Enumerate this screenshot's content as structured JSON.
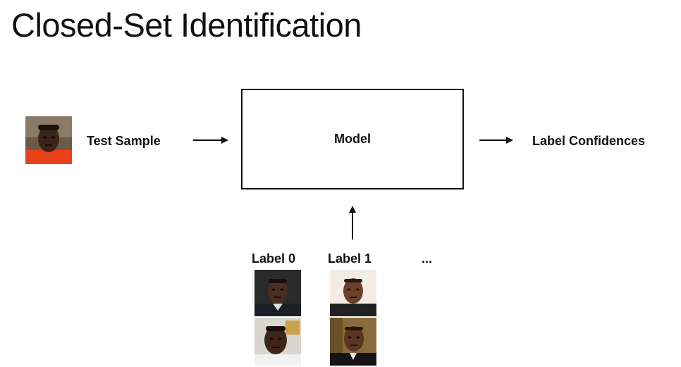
{
  "title": "Closed-Set Identification",
  "diagram": {
    "test_sample_label": "Test Sample",
    "model_label": "Model",
    "output_label": "Label Confidences",
    "gallery": {
      "labels": [
        "Label 0",
        "Label 1"
      ],
      "ellipsis": "..."
    }
  },
  "colors": {
    "text": "#111111",
    "box_border": "#111111",
    "test_sample_shirt": "#e8401a"
  },
  "icons": {
    "test_sample": "face-photo",
    "label0_photos": [
      "face-photo",
      "face-photo"
    ],
    "label1_photos": [
      "face-photo",
      "face-photo"
    ]
  }
}
